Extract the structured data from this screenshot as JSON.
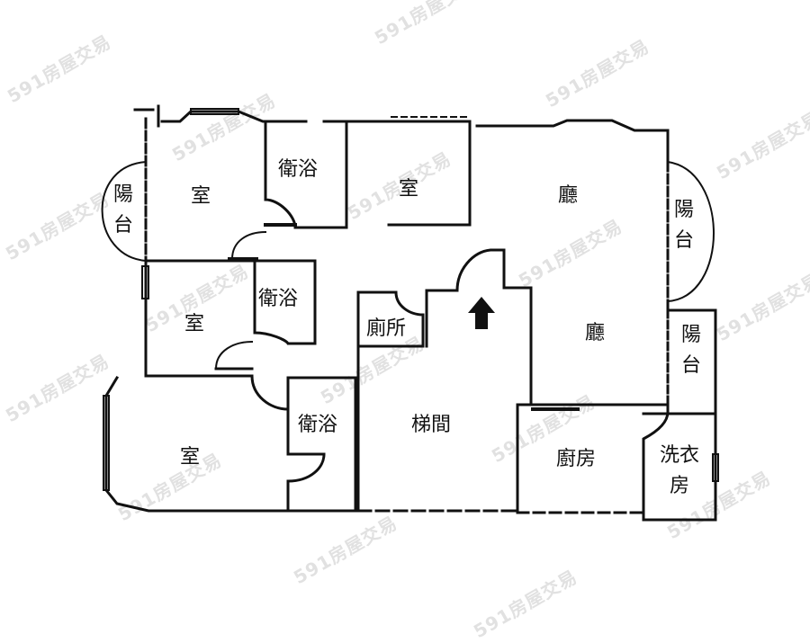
{
  "watermark": {
    "text": "591房屋交易"
  },
  "rooms": {
    "bedroom_top_left": "室",
    "bath_top": "衛浴",
    "bedroom_top_mid": "室",
    "living_top": "廳",
    "balcony_left": [
      "陽",
      "台"
    ],
    "balcony_right_top": [
      "陽",
      "台"
    ],
    "bedroom_mid_left": "室",
    "bath_mid": "衛浴",
    "toilet": "廁所",
    "living_bottom": "廳",
    "balcony_right_bottom": [
      "陽",
      "台"
    ],
    "bedroom_bottom_left": "室",
    "bath_bottom": "衛浴",
    "stairwell": "梯間",
    "kitchen": "廚房",
    "laundry": [
      "洗衣",
      "房"
    ]
  },
  "icons": {
    "entrance_arrow": "arrow-up-icon"
  },
  "colors": {
    "wall": "#111111",
    "background": "#ffffff",
    "watermark": "#cccccc"
  }
}
